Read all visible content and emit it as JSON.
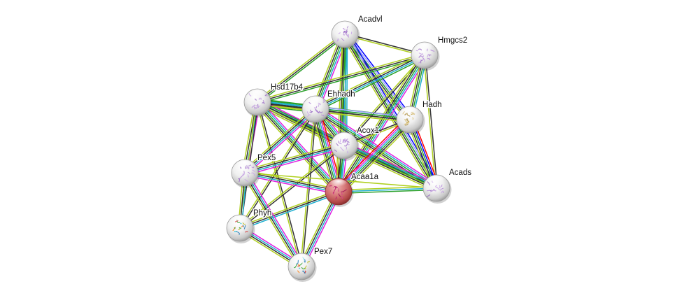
{
  "network": {
    "query_protein": "Acaa1a",
    "evidence_colors": {
      "neighborhood": "#2aa02a",
      "fusion": "#ff0000",
      "cooccurrence": "#0000ff",
      "coexpression": "#333333",
      "experiments": "#e020e0",
      "databases": "#20b0d0",
      "textmining": "#b0d020",
      "homology": "#9f9fff",
      "gene_neighborhood": "#22b522"
    },
    "nodes": [
      {
        "id": "Acadvl",
        "label": "Acadvl",
        "query": false,
        "structure": "purple"
      },
      {
        "id": "Hmgcs2",
        "label": "Hmgcs2",
        "query": false,
        "structure": "purple"
      },
      {
        "id": "Hsd17b4",
        "label": "Hsd17b4",
        "query": false,
        "structure": "purple"
      },
      {
        "id": "Ehhadh",
        "label": "Ehhadh",
        "query": false,
        "structure": "purple"
      },
      {
        "id": "Hadh",
        "label": "Hadh",
        "query": false,
        "structure": "gold"
      },
      {
        "id": "Acox1",
        "label": "Acox1",
        "query": false,
        "structure": "purple"
      },
      {
        "id": "Pex5",
        "label": "Pex5",
        "query": false,
        "structure": "purple"
      },
      {
        "id": "Acaa1a",
        "label": "Acaa1a",
        "query": true,
        "structure": "magenta"
      },
      {
        "id": "Acads",
        "label": "Acads",
        "query": false,
        "structure": "purple"
      },
      {
        "id": "Phyh",
        "label": "Phyh",
        "query": false,
        "structure": "rainbow"
      },
      {
        "id": "Pex7",
        "label": "Pex7",
        "query": false,
        "structure": "rainbow"
      }
    ],
    "edges": [
      {
        "source": "Acadvl",
        "target": "Hmgcs2",
        "evidence": [
          "coexpression",
          "textmining"
        ]
      },
      {
        "source": "Acadvl",
        "target": "Hsd17b4",
        "evidence": [
          "neighborhood",
          "coexpression",
          "textmining"
        ]
      },
      {
        "source": "Acadvl",
        "target": "Ehhadh",
        "evidence": [
          "experiments",
          "databases",
          "neighborhood",
          "coexpression",
          "textmining"
        ]
      },
      {
        "source": "Acadvl",
        "target": "Acox1",
        "evidence": [
          "databases",
          "neighborhood",
          "coexpression",
          "textmining"
        ]
      },
      {
        "source": "Acadvl",
        "target": "Acaa1a",
        "evidence": [
          "databases",
          "neighborhood",
          "coexpression",
          "textmining"
        ]
      },
      {
        "source": "Acadvl",
        "target": "Hadh",
        "evidence": [
          "cooccurrence",
          "homology",
          "neighborhood",
          "coexpression",
          "textmining"
        ]
      },
      {
        "source": "Acadvl",
        "target": "Acads",
        "evidence": [
          "cooccurrence",
          "homology",
          "neighborhood",
          "coexpression",
          "textmining"
        ]
      },
      {
        "source": "Hmgcs2",
        "target": "Hsd17b4",
        "evidence": [
          "neighborhood",
          "coexpression",
          "textmining"
        ]
      },
      {
        "source": "Hmgcs2",
        "target": "Ehhadh",
        "evidence": [
          "neighborhood",
          "databases",
          "coexpression",
          "textmining"
        ]
      },
      {
        "source": "Hmgcs2",
        "target": "Acox1",
        "evidence": [
          "coexpression",
          "textmining"
        ]
      },
      {
        "source": "Hmgcs2",
        "target": "Acaa1a",
        "evidence": [
          "experiments",
          "databases",
          "neighborhood",
          "coexpression",
          "textmining"
        ]
      },
      {
        "source": "Hmgcs2",
        "target": "Hadh",
        "evidence": [
          "databases",
          "neighborhood",
          "coexpression",
          "textmining"
        ]
      },
      {
        "source": "Hmgcs2",
        "target": "Acads",
        "evidence": [
          "coexpression",
          "textmining"
        ]
      },
      {
        "source": "Hsd17b4",
        "target": "Ehhadh",
        "evidence": [
          "neighborhood",
          "databases",
          "coexpression",
          "textmining",
          "neighborhood"
        ]
      },
      {
        "source": "Hsd17b4",
        "target": "Acox1",
        "evidence": [
          "experiments",
          "databases",
          "neighborhood",
          "coexpression",
          "textmining"
        ]
      },
      {
        "source": "Hsd17b4",
        "target": "Acaa1a",
        "evidence": [
          "experiments",
          "databases",
          "neighborhood",
          "coexpression",
          "textmining"
        ]
      },
      {
        "source": "Hsd17b4",
        "target": "Hadh",
        "evidence": [
          "neighborhood",
          "databases",
          "coexpression",
          "textmining"
        ]
      },
      {
        "source": "Hsd17b4",
        "target": "Acads",
        "evidence": [
          "neighborhood",
          "coexpression",
          "textmining"
        ]
      },
      {
        "source": "Hsd17b4",
        "target": "Pex5",
        "evidence": [
          "experiments",
          "databases",
          "coexpression",
          "textmining"
        ]
      },
      {
        "source": "Hsd17b4",
        "target": "Phyh",
        "evidence": [
          "coexpression",
          "textmining"
        ]
      },
      {
        "source": "Hsd17b4",
        "target": "Pex7",
        "evidence": [
          "coexpression",
          "textmining"
        ]
      },
      {
        "source": "Ehhadh",
        "target": "Acox1",
        "evidence": [
          "experiments",
          "databases",
          "neighborhood",
          "coexpression",
          "textmining"
        ]
      },
      {
        "source": "Ehhadh",
        "target": "Acaa1a",
        "evidence": [
          "fusion",
          "experiments",
          "databases",
          "neighborhood",
          "coexpression",
          "textmining"
        ]
      },
      {
        "source": "Ehhadh",
        "target": "Hadh",
        "evidence": [
          "homology",
          "neighborhood",
          "coexpression",
          "textmining"
        ]
      },
      {
        "source": "Ehhadh",
        "target": "Acads",
        "evidence": [
          "experiments",
          "databases",
          "neighborhood",
          "coexpression",
          "textmining"
        ]
      },
      {
        "source": "Ehhadh",
        "target": "Pex5",
        "evidence": [
          "experiments",
          "databases",
          "coexpression",
          "textmining"
        ]
      },
      {
        "source": "Ehhadh",
        "target": "Phyh",
        "evidence": [
          "coexpression",
          "textmining"
        ]
      },
      {
        "source": "Ehhadh",
        "target": "Pex7",
        "evidence": [
          "coexpression",
          "textmining"
        ]
      },
      {
        "source": "Acox1",
        "target": "Acaa1a",
        "evidence": [
          "experiments",
          "databases",
          "neighborhood",
          "coexpression",
          "textmining"
        ]
      },
      {
        "source": "Acox1",
        "target": "Hadh",
        "evidence": [
          "coexpression",
          "textmining"
        ]
      },
      {
        "source": "Acox1",
        "target": "Acads",
        "evidence": [
          "experiments",
          "databases",
          "neighborhood",
          "coexpression",
          "textmining"
        ]
      },
      {
        "source": "Acox1",
        "target": "Pex5",
        "evidence": [
          "experiments",
          "databases",
          "coexpression",
          "textmining"
        ]
      },
      {
        "source": "Acox1",
        "target": "Phyh",
        "evidence": [
          "coexpression",
          "textmining"
        ]
      },
      {
        "source": "Acaa1a",
        "target": "Hadh",
        "evidence": [
          "fusion",
          "experiments",
          "databases",
          "neighborhood",
          "coexpression",
          "textmining"
        ]
      },
      {
        "source": "Acaa1a",
        "target": "Acads",
        "evidence": [
          "textmining",
          "databases",
          "neighborhood"
        ]
      },
      {
        "source": "Acaa1a",
        "target": "Pex5",
        "evidence": [
          "experiments",
          "databases",
          "coexpression",
          "textmining"
        ]
      },
      {
        "source": "Acaa1a",
        "target": "Phyh",
        "evidence": [
          "databases",
          "coexpression",
          "textmining"
        ]
      },
      {
        "source": "Acaa1a",
        "target": "Pex7",
        "evidence": [
          "experiments",
          "databases",
          "coexpression",
          "textmining"
        ]
      },
      {
        "source": "Hadh",
        "target": "Acads",
        "evidence": [
          "fusion",
          "cooccurrence",
          "neighborhood",
          "coexpression",
          "textmining"
        ]
      },
      {
        "source": "Pex5",
        "target": "Phyh",
        "evidence": [
          "databases",
          "coexpression",
          "textmining"
        ]
      },
      {
        "source": "Pex5",
        "target": "Pex7",
        "evidence": [
          "experiments",
          "databases",
          "coexpression",
          "textmining"
        ]
      },
      {
        "source": "Pex5",
        "target": "Acads",
        "evidence": [
          "textmining"
        ]
      },
      {
        "source": "Phyh",
        "target": "Pex7",
        "evidence": [
          "experiments",
          "databases",
          "coexpression",
          "textmining"
        ]
      }
    ]
  }
}
